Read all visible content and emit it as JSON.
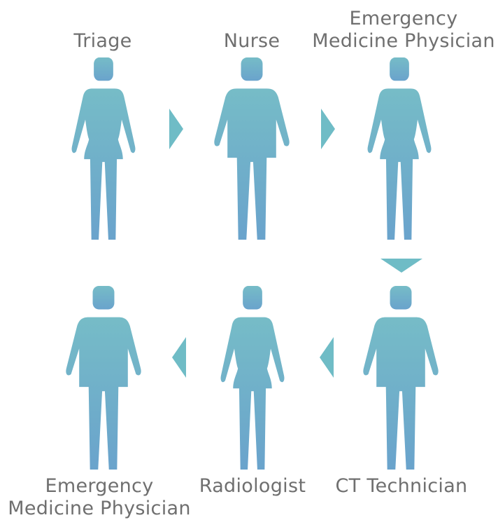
{
  "diagram": {
    "nodes": [
      {
        "id": "triage",
        "label": [
          "Triage"
        ],
        "figure": "female"
      },
      {
        "id": "nurse",
        "label": [
          "Nurse"
        ],
        "figure": "male"
      },
      {
        "id": "emergency-physician-top",
        "label": [
          "Emergency",
          "Medicine Physician"
        ],
        "figure": "female"
      },
      {
        "id": "ct-technician",
        "label": [
          "CT Technician"
        ],
        "figure": "male"
      },
      {
        "id": "radiologist",
        "label": [
          "Radiologist"
        ],
        "figure": "female"
      },
      {
        "id": "emergency-physician-bottom",
        "label": [
          "Emergency",
          "Medicine Physician"
        ],
        "figure": "male"
      }
    ],
    "flow": [
      {
        "from": "triage",
        "to": "nurse",
        "direction": "right"
      },
      {
        "from": "nurse",
        "to": "emergency-physician-top",
        "direction": "right"
      },
      {
        "from": "emergency-physician-top",
        "to": "ct-technician",
        "direction": "down"
      },
      {
        "from": "ct-technician",
        "to": "radiologist",
        "direction": "left"
      },
      {
        "from": "radiologist",
        "to": "emergency-physician-bottom",
        "direction": "left"
      }
    ],
    "colors": {
      "figure_top": "#76bcc7",
      "figure_bottom": "#6aa3cc",
      "arrow": "#6fbcc6",
      "label": "#6f6f6f"
    }
  }
}
